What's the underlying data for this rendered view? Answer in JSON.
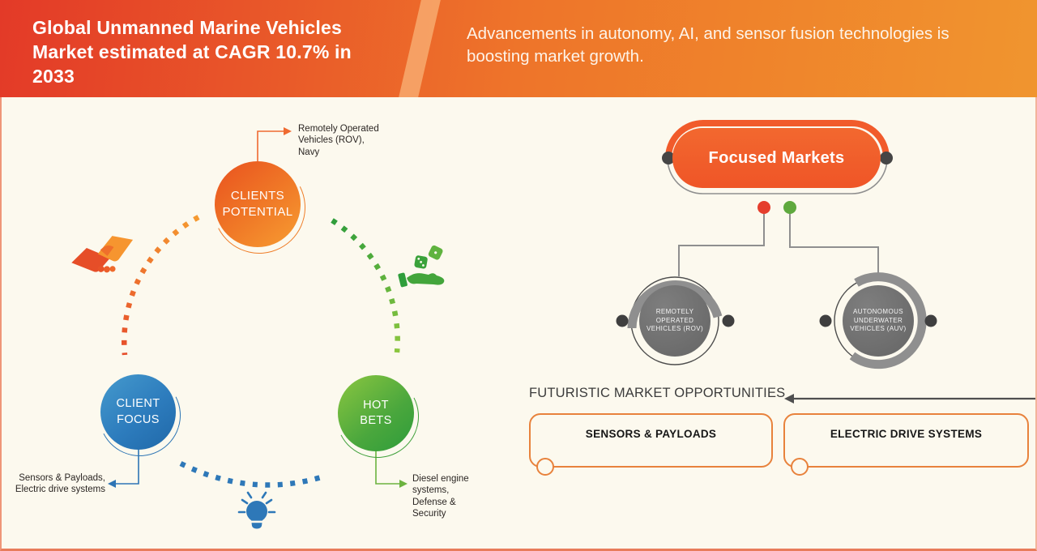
{
  "header": {
    "title": "Global Unmanned Marine Vehicles Market estimated at CAGR 10.7% in 2033",
    "subtitle": "Advancements in autonomy, AI, and sensor fusion technologies is boosting market growth."
  },
  "left_diagram": {
    "clients_potential": {
      "label": [
        "CLIENTS",
        "POTENTIAL"
      ],
      "note": [
        "Remotely Operated",
        "Vehicles (ROV),",
        "Navy"
      ]
    },
    "client_focus": {
      "label": [
        "CLIENT",
        "FOCUS"
      ],
      "note": [
        "Sensors & Payloads,",
        "Electric drive systems"
      ]
    },
    "hot_bets": {
      "label": [
        "HOT",
        "BETS"
      ],
      "note": [
        "Diesel engine",
        "systems,",
        "Defense &",
        "Security"
      ]
    },
    "icons": {
      "handshake": "handshake-icon",
      "hand_dice": "hand-dice-icon",
      "lightbulb": "lightbulb-icon"
    }
  },
  "right_diagram": {
    "focused_markets_label": "Focused Markets",
    "rov": [
      "REMOTELY",
      "OPERATED",
      "VEHICLES (ROV)"
    ],
    "auv": [
      "AUTONOMOUS",
      "UNDERWATER",
      "VEHICLES (AUV)"
    ],
    "opportunities_heading": "FUTURISTIC MARKET OPPORTUNITIES",
    "opportunities": [
      "SENSORS & PAYLOADS",
      "ELECTRIC DRIVE SYSTEMS"
    ]
  },
  "colors": {
    "banner_left": "#e33a28",
    "banner_right": "#f0952f",
    "background": "#fcf9ee",
    "accent_orange": "#f05a28",
    "accent_blue": "#2e78b8",
    "accent_green": "#4aa73d",
    "gray_ring": "#8f8f8f",
    "red_dot": "#e53e2d",
    "green_dot": "#5fa93e",
    "border_salmon": "#ef9678"
  }
}
